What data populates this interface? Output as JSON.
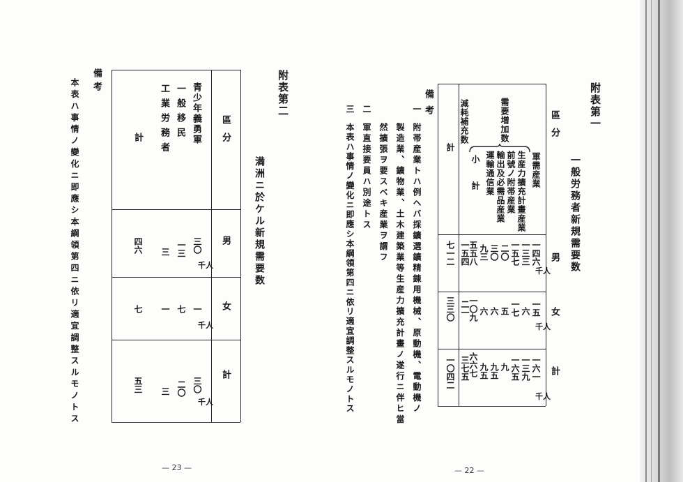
{
  "left_page": {
    "heading": "附表第二",
    "title": "満洲ニ於ケル新規需要数",
    "col_header_category": "區分",
    "col_header_male": "男",
    "col_header_female": "女",
    "col_header_total": "計",
    "unit": "千人",
    "rows": [
      {
        "label": "青少年義勇軍",
        "male": "三〇",
        "female": "一",
        "total": "三〇"
      },
      {
        "label": "一般移民",
        "male": "一三",
        "female": "七",
        "total": "二〇"
      },
      {
        "label": "工業労務者",
        "male": "三",
        "female": "一",
        "total": "三"
      },
      {
        "label": "計",
        "male": "四六",
        "female": "七",
        "total": "五三"
      }
    ],
    "remarks_header": "備考",
    "remarks_text": "本表ハ事情ノ變化ニ即應シ本綱領第四ニ依リ適宜調整スルモノトス",
    "folio": "— 23 —"
  },
  "right_page": {
    "heading": "附表第一",
    "title": "一般労務者新規需要数",
    "col_header_category": "區分",
    "col_header_male": "男",
    "col_header_female": "女",
    "col_header_total": "計",
    "unit": "千人",
    "group_label": "需要増加数",
    "rows": [
      {
        "label": "軍需産業",
        "male": "一四六",
        "female": "一五",
        "total": "一六一"
      },
      {
        "label": "生産力擴充計畫産業",
        "male": "一三三",
        "female": "六",
        "total": "一三九"
      },
      {
        "label": "前號ノ附帯産業",
        "male": "一五七",
        "female": "一七",
        "total": "一六五"
      },
      {
        "label": "輸出及必需品産業",
        "male": "二〇",
        "female": "五",
        "total": "九"
      },
      {
        "label": "運輸通信業",
        "male": "三〇",
        "female": "六",
        "total": "九五"
      },
      {
        "label": "小計",
        "male": "九三",
        "female": "六",
        "total": "九五"
      },
      {
        "label": "減耗補充数",
        "male": "五五八",
        "female": "一〇九",
        "total": "六六七"
      },
      {
        "label": "計",
        "male": "一五四",
        "female": "二一",
        "total": "三七五"
      },
      {
        "label": "",
        "male": "七一二",
        "female": "三三〇",
        "total": "一〇四二"
      }
    ],
    "remarks_header": "備考",
    "remarks": [
      {
        "num": "一",
        "text": "附帯産業トハ例ヘバ採鑛選鑛精錬用機械、原動機、電動機ノ"
      },
      {
        "num": "",
        "text": "製造業、鑛物業、土木建築業等生産力擴充計畫ノ遂行ニ伴ヒ當"
      },
      {
        "num": "",
        "text": "然擴張ヲ要スベキ産業ヲ謂フ"
      },
      {
        "num": "二",
        "text": "軍直接要員ハ別途トス"
      },
      {
        "num": "三",
        "text": "本表ハ事情ノ變化ニ即應シ本綱領第四ニ依リ適宜調整スルモノトス"
      }
    ],
    "folio": "— 22 —"
  }
}
